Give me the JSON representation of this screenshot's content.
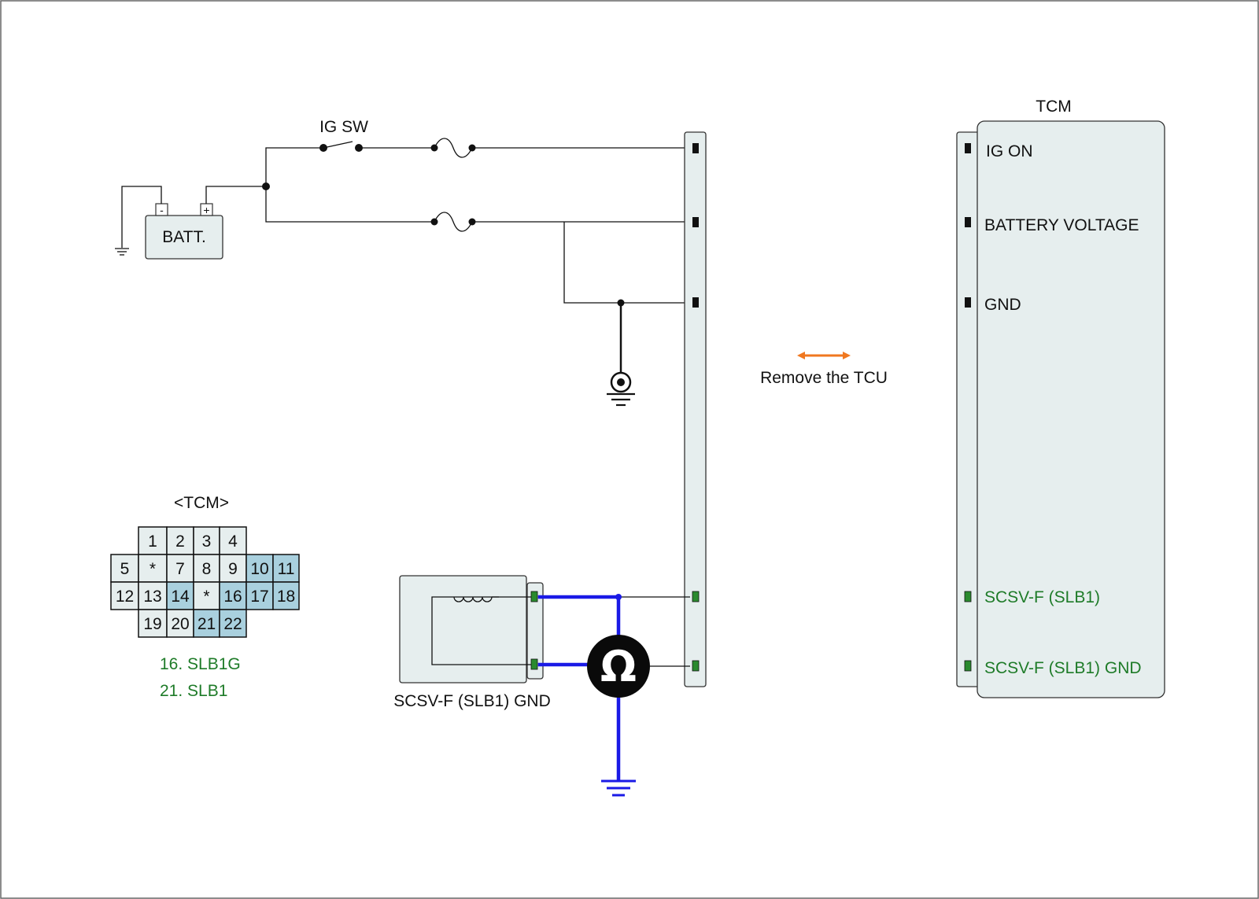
{
  "colors": {
    "panel_fill": "#e6eeee",
    "highlight_pin": "#a9d0de",
    "green_text": "#1e7b28",
    "probe_wire": "#1a1ae6",
    "arrow": "#f07820"
  },
  "labels": {
    "ig_sw": "IG SW",
    "batt": "BATT.",
    "batt_minus": "-",
    "batt_plus": "+",
    "remove_tcu": "Remove the TCU",
    "tcm_title": "TCM",
    "sensor": "SCSV-F (SLB1) GND",
    "ohm": "Ω"
  },
  "tcm_terminals": [
    {
      "label": "IG ON",
      "green": false
    },
    {
      "label": "BATTERY VOLTAGE",
      "green": false
    },
    {
      "label": "GND",
      "green": false
    },
    {
      "label": "SCSV-F (SLB1)",
      "green": true
    },
    {
      "label": "SCSV-F (SLB1) GND",
      "green": true
    }
  ],
  "connector": {
    "title": "<TCM>",
    "row1": [
      "1",
      "2",
      "3",
      "4"
    ],
    "row2": [
      "5",
      "*",
      "7",
      "8",
      "9",
      "10",
      "11"
    ],
    "row3": [
      "12",
      "13",
      "14",
      "*",
      "16",
      "17",
      "18"
    ],
    "row4": [
      "19",
      "20",
      "21",
      "22"
    ],
    "highlighted": [
      "10",
      "11",
      "14",
      "16",
      "17",
      "18",
      "21",
      "22"
    ],
    "legend": [
      "16. SLB1G",
      "21. SLB1"
    ]
  }
}
